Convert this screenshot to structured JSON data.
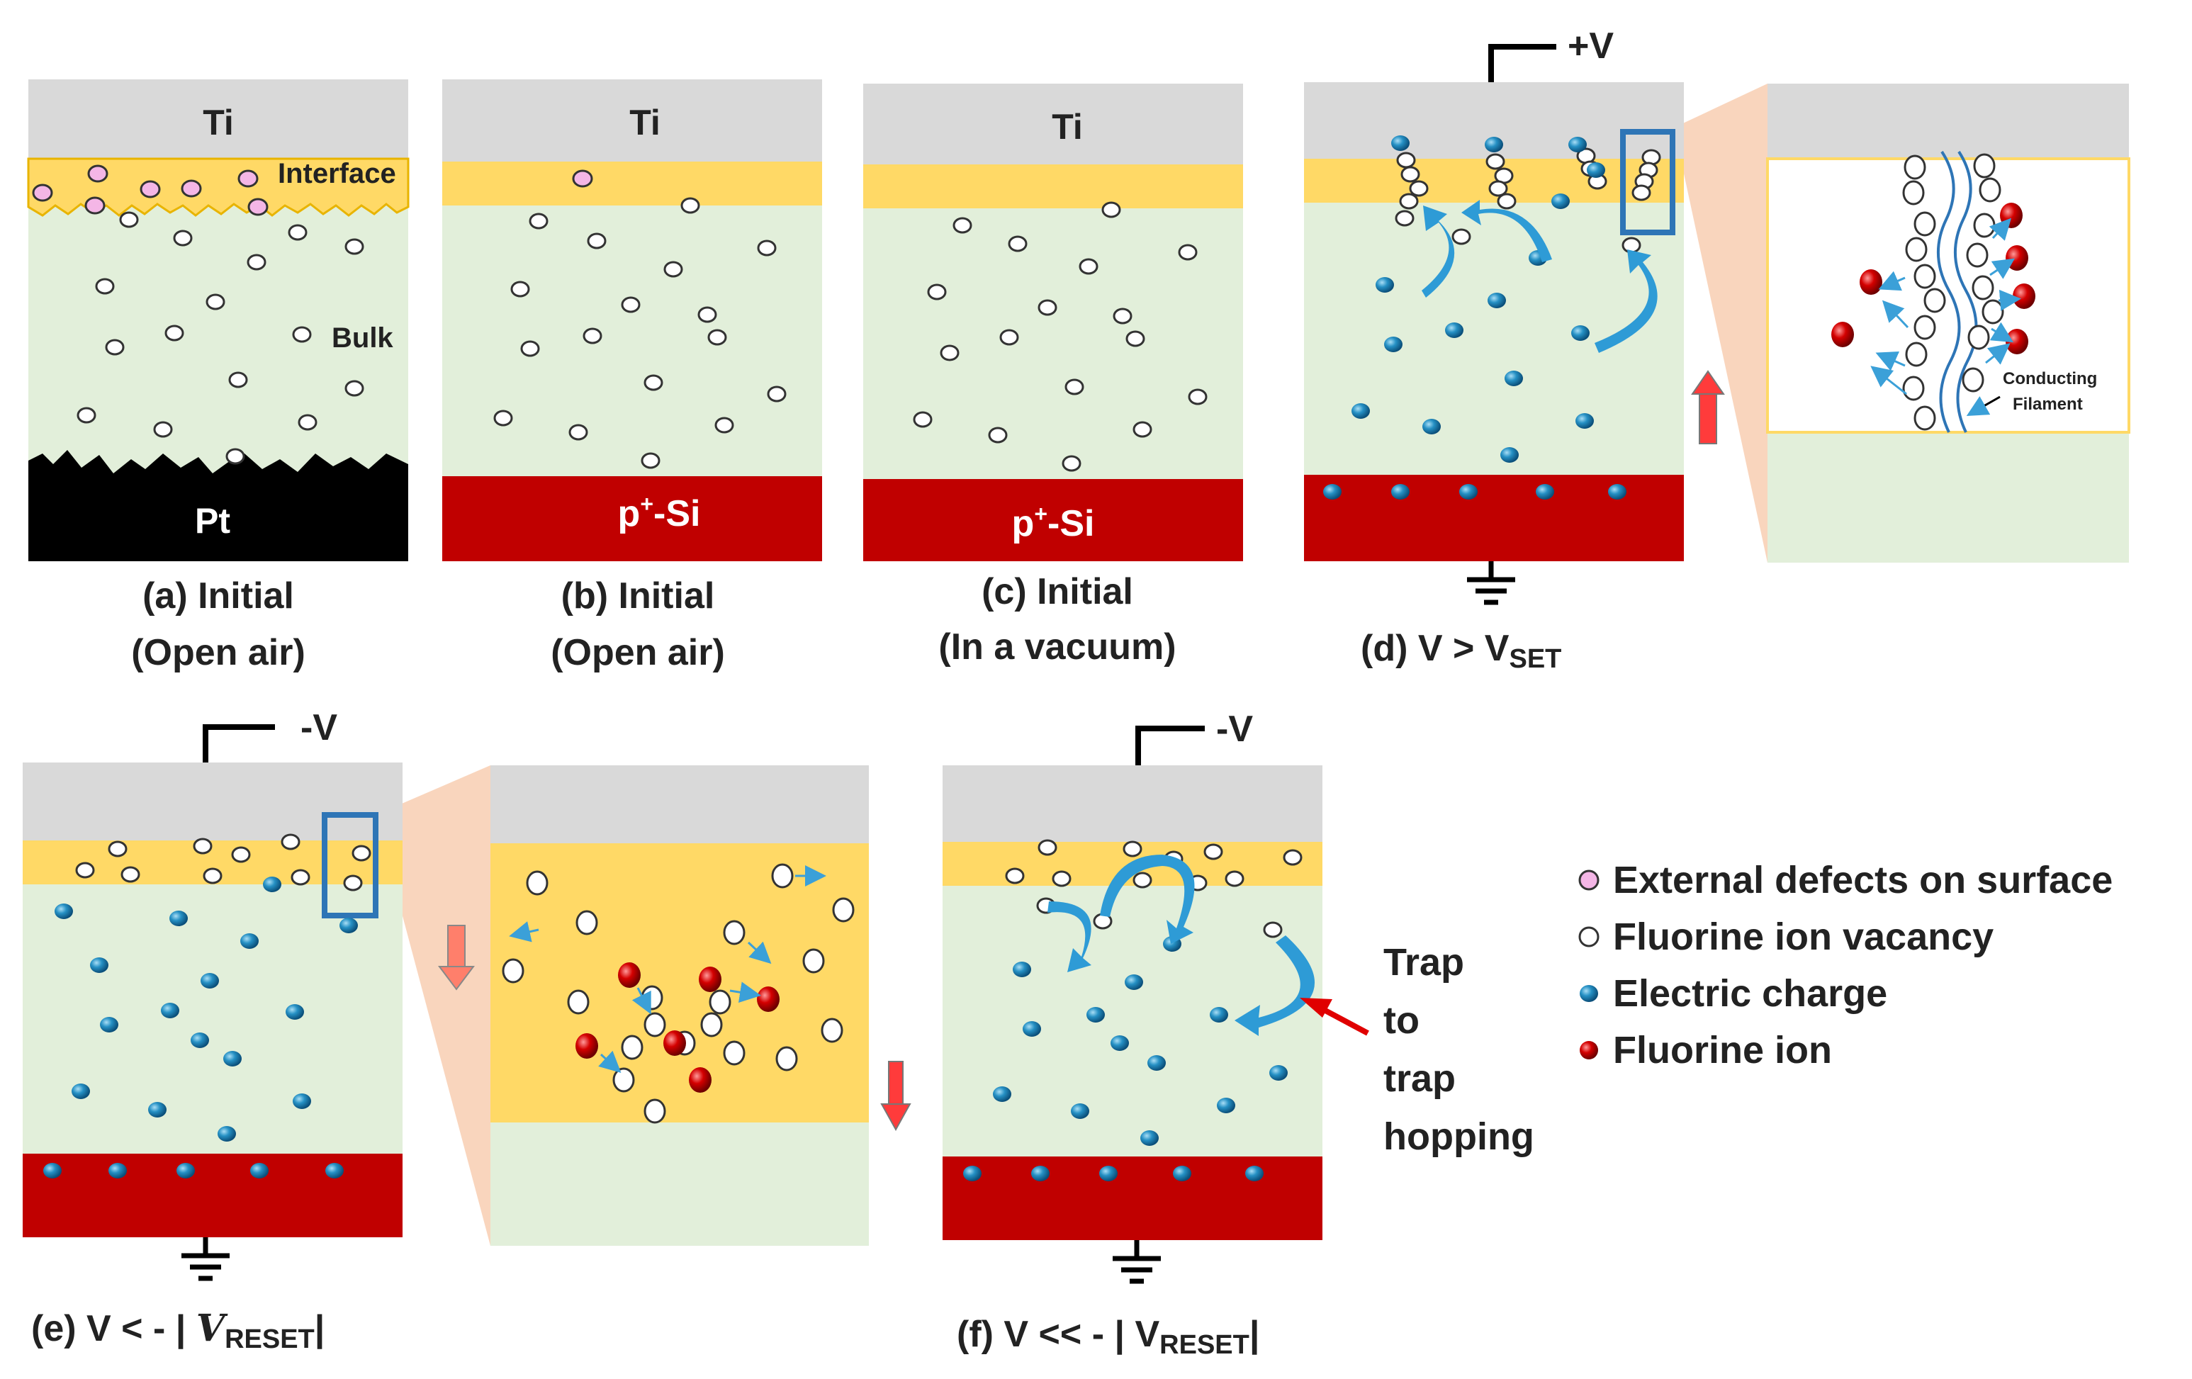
{
  "panels": {
    "a": {
      "top_electrode": "Ti",
      "interface_label": "Interface",
      "bulk_label": "Bulk",
      "bottom_electrode": "Pt",
      "caption_line1": "(a)  Initial",
      "caption_line2": "(Open air)"
    },
    "b": {
      "top_electrode": "Ti",
      "bottom_electrode_main": "p",
      "bottom_electrode_sup": "+",
      "bottom_electrode_rest": "-Si",
      "caption_line1": "(b) Initial",
      "caption_line2": "(Open air)"
    },
    "c": {
      "top_electrode": "Ti",
      "bottom_electrode_main": "p",
      "bottom_electrode_sup": "+",
      "bottom_electrode_rest": "-Si",
      "caption_line1": "(c) Initial",
      "caption_line2": "(In a vacuum)"
    },
    "d": {
      "voltage": "+V",
      "caption_prefix": "(d) V >  V",
      "caption_sub": "SET",
      "zoom_label_line1": "Conducting",
      "zoom_label_line2": "Filament"
    },
    "e": {
      "voltage": "-V",
      "caption_prefix": "(e) V < - | ",
      "caption_var": "V",
      "caption_sub": "RESET",
      "caption_suffix": "|"
    },
    "f": {
      "voltage": "-V",
      "caption_prefix": "(f) V << - | V",
      "caption_sub": "RESET",
      "caption_suffix": "|",
      "hopping_line1": "Trap",
      "hopping_line2": "to",
      "hopping_line3": "trap",
      "hopping_line4": "hopping"
    }
  },
  "legend": [
    {
      "label": "External defects on surface",
      "marker": "pink-circle"
    },
    {
      "label": "Fluorine ion vacancy",
      "marker": "white-circle"
    },
    {
      "label": "Electric charge",
      "marker": "blue-sphere"
    },
    {
      "label": "Fluorine ion",
      "marker": "red-sphere"
    }
  ],
  "colors": {
    "electrode_gray": "#d9d9d9",
    "interface_yellow": "#ffd966",
    "bulk_green": "#e2efda",
    "p_si_red": "#c00000",
    "pt_black": "#000000",
    "charge_blue": "#1f86b5",
    "arrow_blue": "#2e9bd6",
    "zoom_pink": "#f8cbad",
    "vacancy_pink": "#f4b6e6",
    "ion_red": "#c00000"
  }
}
